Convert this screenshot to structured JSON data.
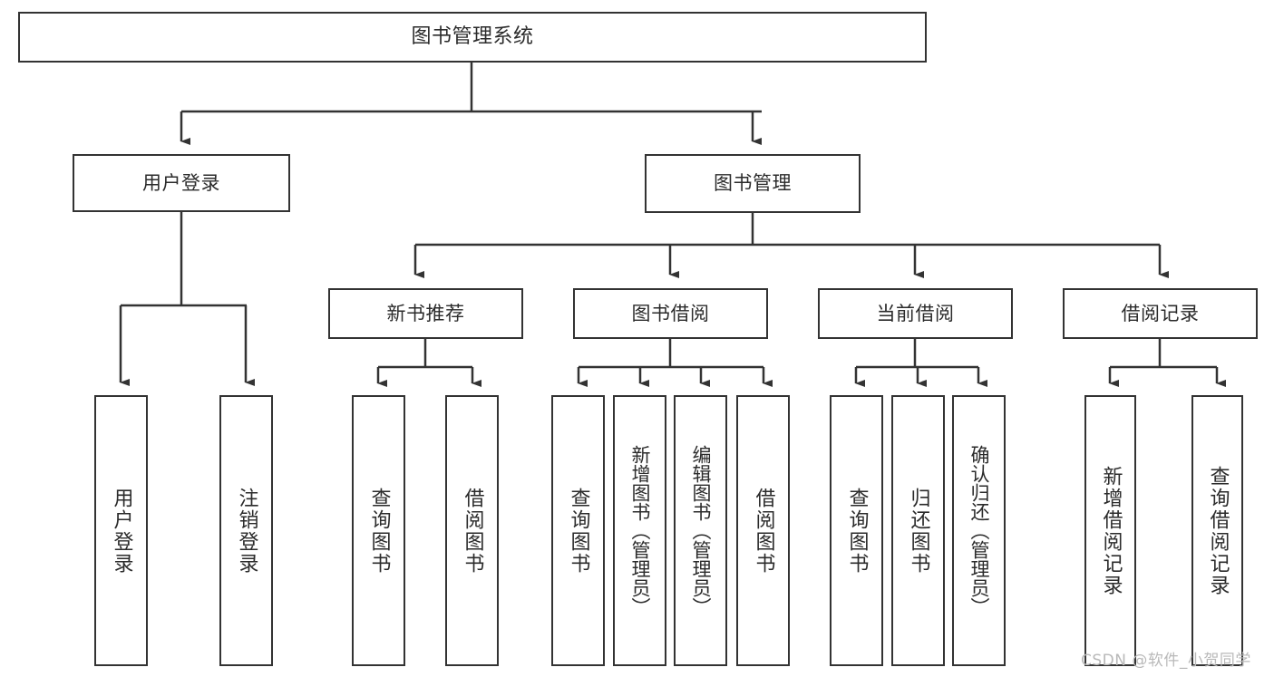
{
  "diagram": {
    "type": "tree",
    "title": "图书管理系统",
    "root": {
      "label": "图书管理系统"
    },
    "level1": [
      {
        "label": "用户登录"
      },
      {
        "label": "图书管理"
      }
    ],
    "level2": [
      {
        "label": "新书推荐"
      },
      {
        "label": "图书借阅"
      },
      {
        "label": "当前借阅"
      },
      {
        "label": "借阅记录"
      }
    ],
    "leaves": {
      "user_login": [
        {
          "label": "用户登录"
        },
        {
          "label": "注销登录"
        }
      ],
      "new_book": [
        {
          "label": "查询图书"
        },
        {
          "label": "借阅图书"
        }
      ],
      "book_borrow": [
        {
          "label": "查询图书"
        },
        {
          "label": "新增图书（管理员）"
        },
        {
          "label": "编辑图书（管理员）"
        },
        {
          "label": "借阅图书"
        }
      ],
      "current_borrow": [
        {
          "label": "查询图书"
        },
        {
          "label": "归还图书"
        },
        {
          "label": "确认归还（管理员）"
        }
      ],
      "borrow_record": [
        {
          "label": "新增借阅记录"
        },
        {
          "label": "查询借阅记录"
        }
      ]
    }
  },
  "watermark": {
    "text": "CSDN @软件_小贺同学"
  },
  "colors": {
    "border": "#333333",
    "background": "#ffffff",
    "text": "#2b2b2b",
    "watermark": "#b9b9b9"
  }
}
